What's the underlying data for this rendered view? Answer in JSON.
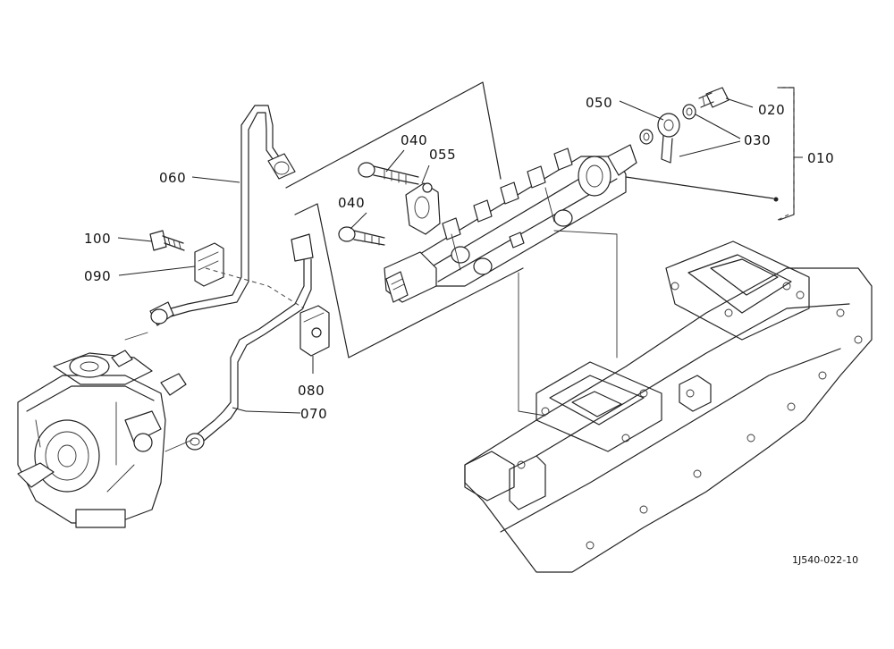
{
  "diagram": {
    "reference_code": "1J540-022-10",
    "callouts": {
      "c010": "010",
      "c020": "020",
      "c030": "030",
      "c040a": "040",
      "c040b": "040",
      "c050": "050",
      "c055": "055",
      "c060": "060",
      "c070": "070",
      "c080": "080",
      "c090": "090",
      "c100": "100"
    }
  }
}
